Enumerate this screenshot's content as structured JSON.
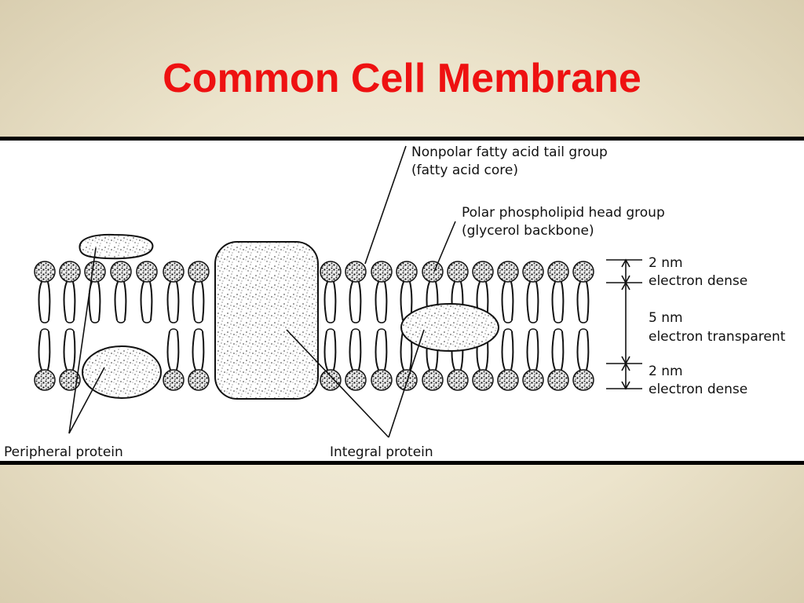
{
  "slide": {
    "title": "Common Cell Membrane"
  },
  "diagram": {
    "labels": {
      "tail_group_line1": "Nonpolar fatty acid tail group",
      "tail_group_line2": "(fatty acid core)",
      "head_group_line1": "Polar phospholipid head group",
      "head_group_line2": "(glycerol backbone)",
      "peripheral_protein": "Peripheral protein",
      "integral_protein": "Integral protein"
    },
    "dimensions": {
      "top_size": "2 nm",
      "top_desc": "electron dense",
      "middle_size": "5 nm",
      "middle_desc": "electron transparent",
      "bottom_size": "2 nm",
      "bottom_desc": "electron dense"
    }
  }
}
